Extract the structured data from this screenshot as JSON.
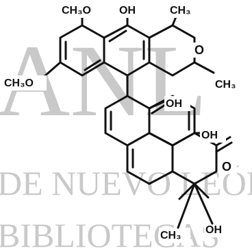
{
  "watermark": {
    "top_text": "ANL",
    "middle_text": "DE NUEVO LEÓN",
    "bottom_text": "BIBLIOTECAS"
  },
  "structure": {
    "labels": {
      "och3_top": "CH₃O",
      "och3_left": "CH₃O",
      "oh_top": "OH",
      "ch3_top": "CH₃",
      "ring_o": "O",
      "ch3_right": "CH₃",
      "oh_mid": "OH",
      "oh_lower": "OH",
      "ketone_o": "O",
      "ch3_bottom": "CH₃",
      "oh_bottom": "OH"
    }
  }
}
